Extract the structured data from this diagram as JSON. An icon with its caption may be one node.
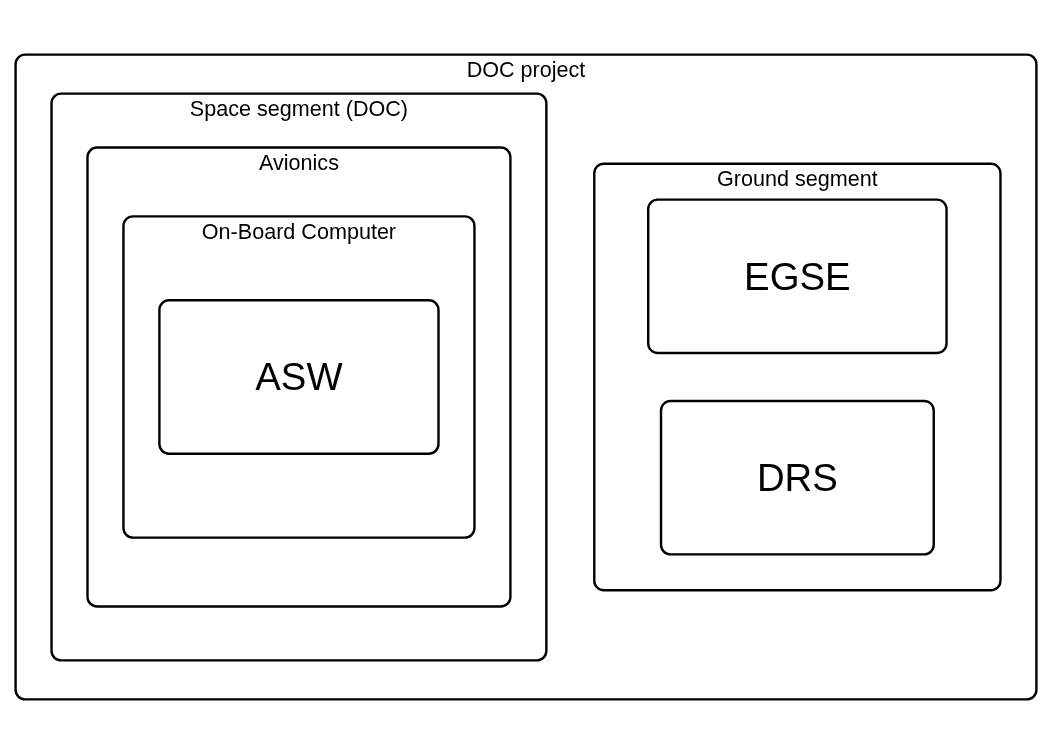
{
  "diagram": {
    "nodes": [
      {
        "text": [
          "DOC project"
        ]
      },
      {
        "text": [
          "Space segment (DOC)"
        ],
        "in": 0
      },
      {
        "text": [
          "Avionics"
        ],
        "in": 1
      },
      {
        "text": [
          "On-Board Computer"
        ],
        "in": 2
      },
      {
        "text": [
          "ASW"
        ],
        "in": 3
      },
      {
        "text": [
          "Ground segment"
        ],
        "in": 0
      },
      {
        "text": [
          "EGSE"
        ],
        "in": 5
      },
      {
        "text": [
          "DRS"
        ],
        "in": 5
      }
    ]
  }
}
